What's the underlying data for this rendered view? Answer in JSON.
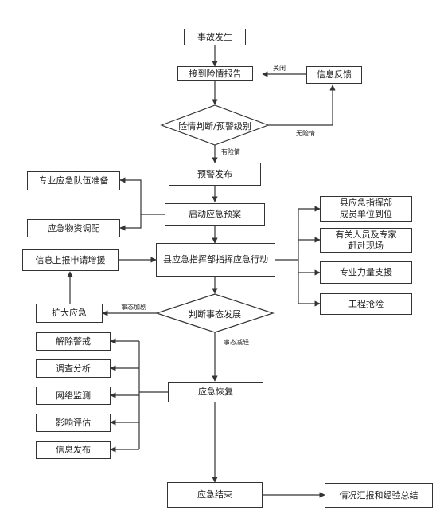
{
  "flowchart": {
    "nodes": {
      "start": "事故发生",
      "receive_report": "接到险情报告",
      "info_feedback": "信息反馈",
      "judge_level": "险情判断/预警级别",
      "warning_release": "预警发布",
      "start_plan": "启动应急预案",
      "team_prepare": "专业应急队伍准备",
      "material_deploy": "应急物资调配",
      "command_action": "县应急指挥部指挥应急行动",
      "report_request": "信息上报申请增援",
      "county_units": "县应急指挥部\n成员单位到位",
      "experts_arrive": "有关人员及专家\n赶赴现场",
      "professional_support": "专业力量支援",
      "engineering_rescue": "工程抢险",
      "expand_response": "扩大应急",
      "judge_development": "判断事态发展",
      "lift_alert": "解除警戒",
      "investigation": "调查分析",
      "network_monitor": "网络监测",
      "impact_assessment": "影响评估",
      "info_release": "信息发布",
      "recovery": "应急恢复",
      "end": "应急结束",
      "summary": "情况汇报和经验总结"
    },
    "edge_labels": {
      "close": "关闭",
      "no_danger": "无险情",
      "has_danger": "有险情",
      "escalate": "事态加剧",
      "ease": "事态减轻"
    }
  }
}
